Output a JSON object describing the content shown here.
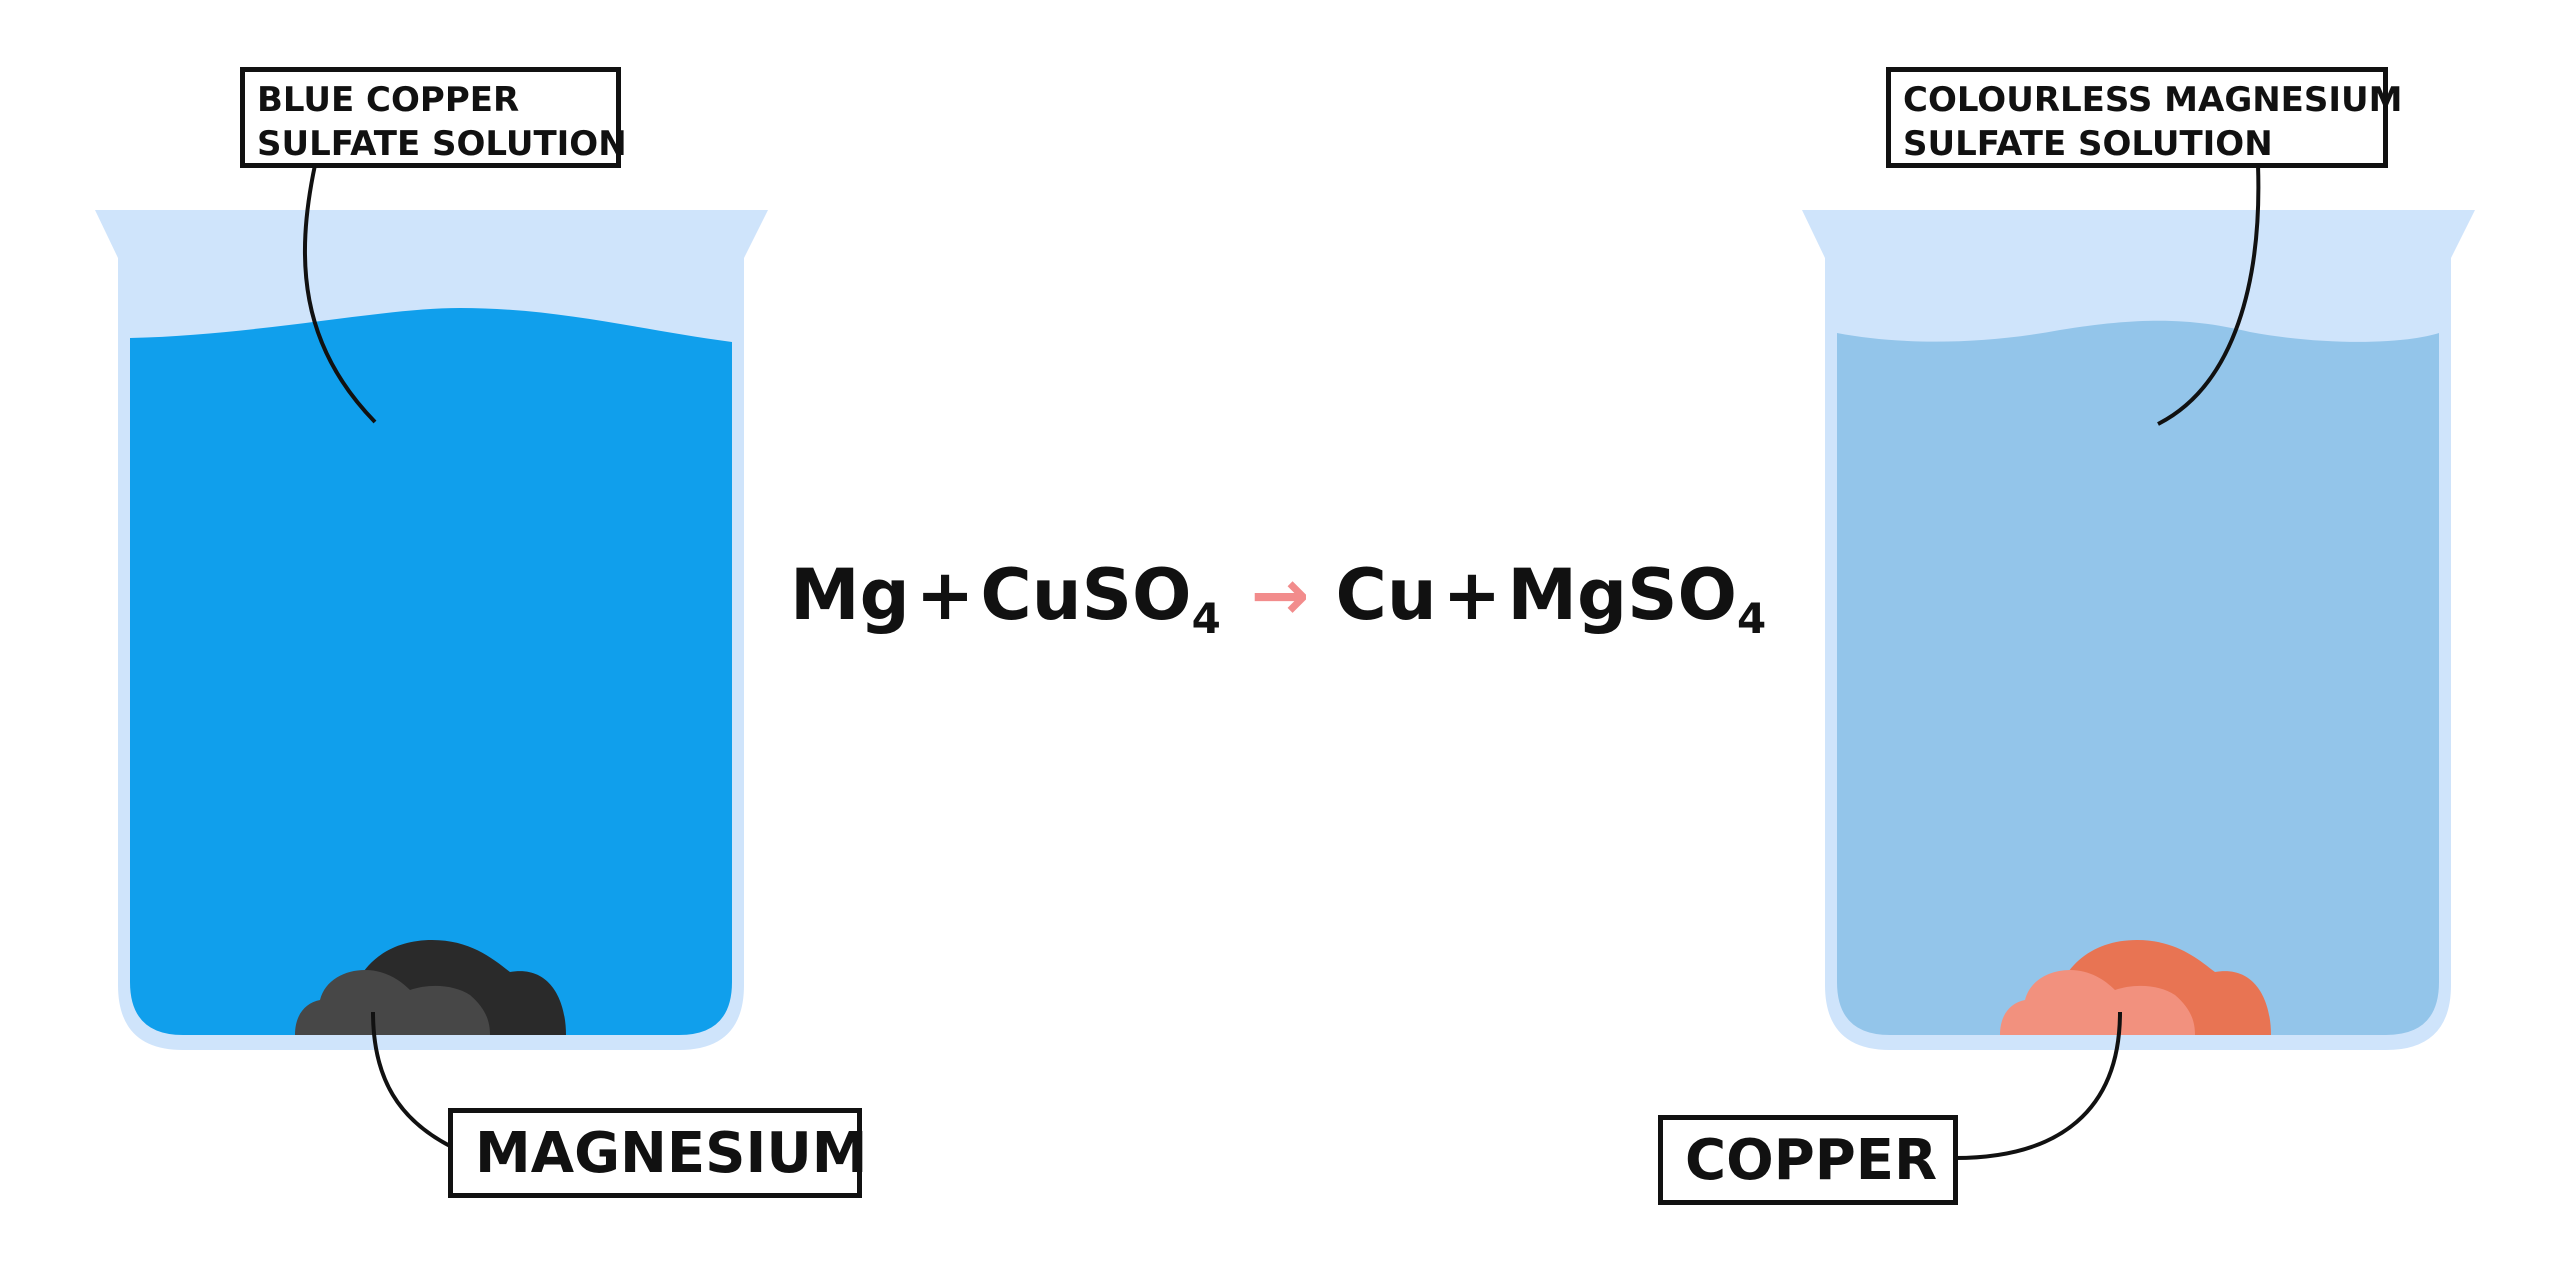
{
  "labels": {
    "left_solution_line1": "BLUE COPPER",
    "left_solution_line2": "SULFATE SOLUTION",
    "left_metal": "MAGNESIUM",
    "right_solution_line1": "COLOURLESS MAGNESIUM",
    "right_solution_line2": "SULFATE SOLUTION",
    "right_metal": "COPPER"
  },
  "equation": {
    "reactant1": "Mg",
    "plus1": "+",
    "reactant2": "CuSO",
    "reactant2_sub": "4",
    "arrow": "→",
    "product1": "Cu",
    "plus2": "+",
    "product2": "MgSO",
    "product2_sub": "4"
  },
  "colors": {
    "beaker_glass": "#cfe4fb",
    "left_solution": "#109fec",
    "right_solution": "#93c5ea",
    "magnesium_dark": "#2a2a2a",
    "magnesium_light": "#474747",
    "copper_dark": "#e87453",
    "copper_light": "#f2917e",
    "arrow": "#f28c8c",
    "outline": "#111111"
  }
}
